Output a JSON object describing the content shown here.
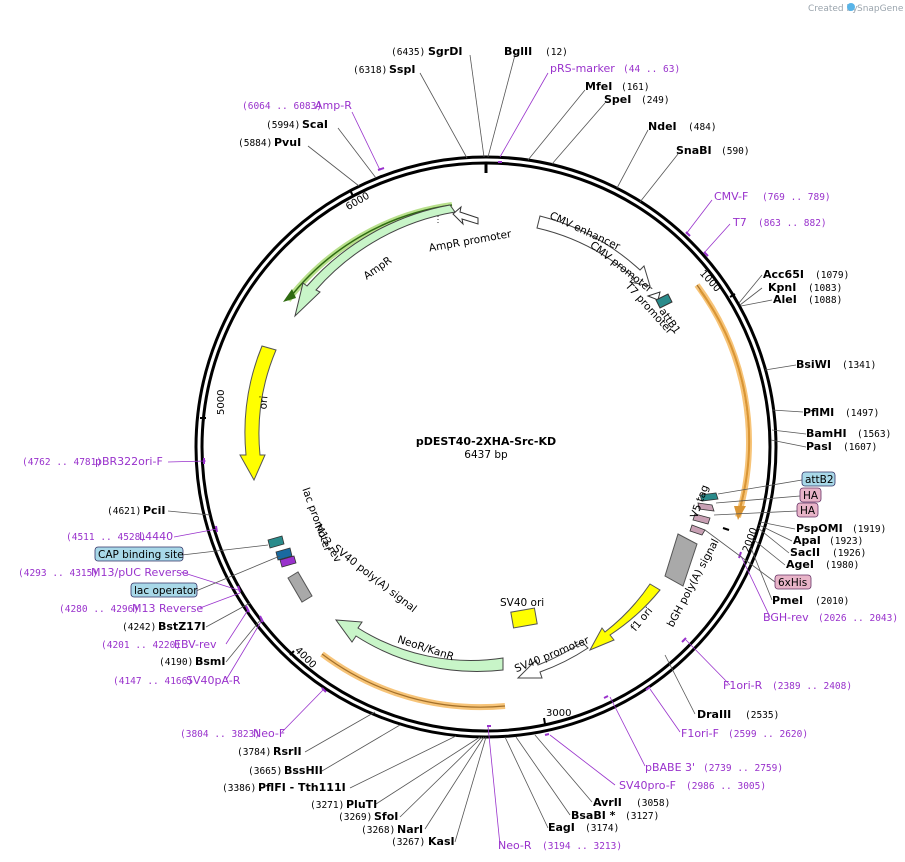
{
  "branding": {
    "created_by": "Created by",
    "app_name": "SnapGene"
  },
  "plasmid": {
    "name": "pDEST40-2XHA-Src-KD",
    "length": "6437 bp"
  },
  "ticks": [
    "1000",
    "2000",
    "3000",
    "4000",
    "5000",
    "6000"
  ],
  "features": {
    "cmv_enhancer": "CMV enhancer",
    "cmv_promoter": "CMV promoter",
    "t7_promoter": "T7 promoter",
    "attb1": "attB1",
    "ampr_promoter": "AmpR promoter",
    "ampr": "AmpR",
    "ori": "ori",
    "lac_promoter": "lac promoter",
    "m13_rev": "M13 rev",
    "sv40_polya": "SV40 poly(A) signal",
    "neor_kanr": "NeoR/KanR",
    "sv40_promoter": "SV40 promoter",
    "sv40_ori": "SV40 ori",
    "f1_ori": "f1 ori",
    "bgh_polya": "bGH poly(A) signal",
    "v5_tag": "V5 tag"
  },
  "enzymes": [
    {
      "name": "SgrDI",
      "pos": "(6435)"
    },
    {
      "name": "BglII",
      "pos": "(12)"
    },
    {
      "name": "SspI",
      "pos": "(6318)"
    },
    {
      "name": "MfeI",
      "pos": "(161)"
    },
    {
      "name": "SpeI",
      "pos": "(249)"
    },
    {
      "name": "ScaI",
      "pos": "(5994)"
    },
    {
      "name": "PvuI",
      "pos": "(5884)"
    },
    {
      "name": "NdeI",
      "pos": "(484)"
    },
    {
      "name": "SnaBI",
      "pos": "(590)"
    },
    {
      "name": "Acc65I",
      "pos": "(1079)"
    },
    {
      "name": "KpnI",
      "pos": "(1083)"
    },
    {
      "name": "AleI",
      "pos": "(1088)"
    },
    {
      "name": "BsiWI",
      "pos": "(1341)"
    },
    {
      "name": "PflMI",
      "pos": "(1497)"
    },
    {
      "name": "BamHI",
      "pos": "(1563)"
    },
    {
      "name": "PasI",
      "pos": "(1607)"
    },
    {
      "name": "PspOMI",
      "pos": "(1919)"
    },
    {
      "name": "ApaI",
      "pos": "(1923)"
    },
    {
      "name": "SacII",
      "pos": "(1926)"
    },
    {
      "name": "AgeI",
      "pos": "(1980)"
    },
    {
      "name": "PmeI",
      "pos": "(2010)"
    },
    {
      "name": "DraIII",
      "pos": "(2535)"
    },
    {
      "name": "AvrII",
      "pos": "(3058)"
    },
    {
      "name": "BsaBI *",
      "pos": "(3127)"
    },
    {
      "name": "EagI",
      "pos": "(3174)"
    },
    {
      "name": "KasI",
      "pos": "(3267)"
    },
    {
      "name": "NarI",
      "pos": "(3268)"
    },
    {
      "name": "SfoI",
      "pos": "(3269)"
    },
    {
      "name": "PluTI",
      "pos": "(3271)"
    },
    {
      "name": "PflFI - Tth111I",
      "pos": "(3386)"
    },
    {
      "name": "BssHII",
      "pos": "(3665)"
    },
    {
      "name": "RsrII",
      "pos": "(3784)"
    },
    {
      "name": "BsmI",
      "pos": "(4190)"
    },
    {
      "name": "BstZ17I",
      "pos": "(4242)"
    },
    {
      "name": "PciI",
      "pos": "(4621)"
    }
  ],
  "primers": [
    {
      "name": "pRS-marker",
      "pos": "(44 .. 63)"
    },
    {
      "name": "Amp-R",
      "pos": "(6064 .. 6083)"
    },
    {
      "name": "CMV-F",
      "pos": "(769 .. 789)"
    },
    {
      "name": "T7",
      "pos": "(863 .. 882)"
    },
    {
      "name": "pBR322ori-F",
      "pos": "(4762 .. 4781)"
    },
    {
      "name": "L4440",
      "pos": "(4511 .. 4528)"
    },
    {
      "name": "M13/pUC Reverse",
      "pos": "(4293 .. 4315)"
    },
    {
      "name": "M13 Reverse",
      "pos": "(4280 .. 4296)"
    },
    {
      "name": "EBV-rev",
      "pos": "(4201 .. 4220)"
    },
    {
      "name": "SV40pA-R",
      "pos": "(4147 .. 4166)"
    },
    {
      "name": "Neo-F",
      "pos": "(3804 .. 3823)"
    },
    {
      "name": "BGH-rev",
      "pos": "(2026 .. 2043)"
    },
    {
      "name": "F1ori-R",
      "pos": "(2389 .. 2408)"
    },
    {
      "name": "F1ori-F",
      "pos": "(2599 .. 2620)"
    },
    {
      "name": "pBABE 3'",
      "pos": "(2739 .. 2759)"
    },
    {
      "name": "SV40pro-F",
      "pos": "(2986 .. 3005)"
    },
    {
      "name": "Neo-R",
      "pos": "(3194 .. 3213)"
    }
  ],
  "boxed_features": [
    {
      "label": "attB2"
    },
    {
      "label": "HA"
    },
    {
      "label": "HA"
    },
    {
      "label": "6xHis"
    },
    {
      "label": "CAP binding site"
    },
    {
      "label": "lac operator"
    }
  ]
}
